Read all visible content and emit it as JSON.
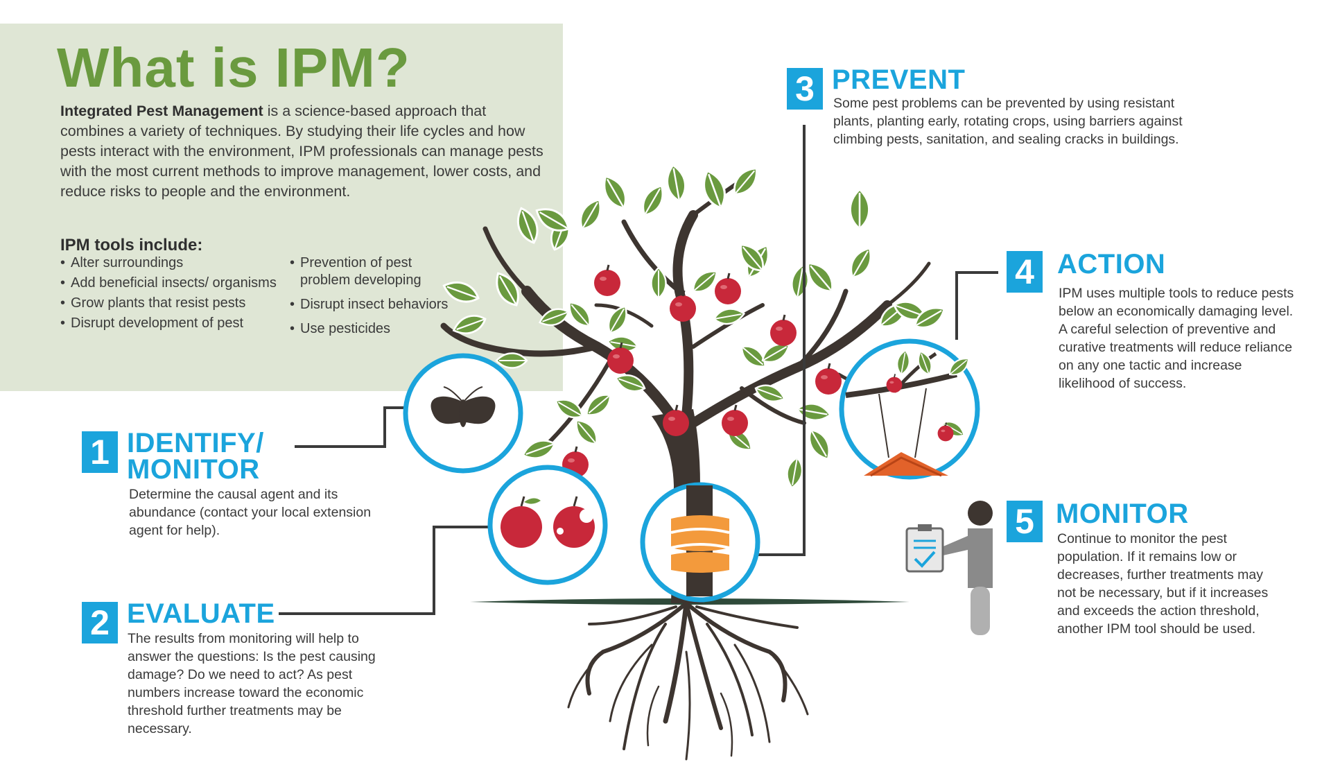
{
  "title": "What is IPM?",
  "intro": {
    "lead": "Integrated Pest Management",
    "body": " is a science-based approach that combines a variety of techniques. By studying their life cycles and how pests interact with the environment, IPM professionals can manage pests with the most current methods to improve management, lower costs, and reduce risks to people and the environment."
  },
  "tools": {
    "heading": "IPM tools include:",
    "col1": [
      "Alter surroundings",
      "Add beneficial insects/ organisms",
      "Grow plants that resist pests",
      "Disrupt development of pest"
    ],
    "col2": [
      "Prevention of pest problem developing",
      "Disrupt insect behaviors",
      "Use pesticides"
    ]
  },
  "steps": [
    {
      "number": "1",
      "title_line1": "IDENTIFY/",
      "title_line2": "MONITOR",
      "text": "Determine the causal agent and its abundance (contact your local extension agent for help)."
    },
    {
      "number": "2",
      "title_line1": "EVALUATE",
      "text": "The results from monitoring will help to answer the questions: Is the pest causing damage? Do we need to act? As pest numbers increase toward the economic threshold further treatments may be necessary."
    },
    {
      "number": "3",
      "title_line1": "PREVENT",
      "text": "Some pest problems can be prevented by using resistant plants, planting early, rotating crops, using barriers against climbing pests, sanitation, and sealing cracks in buildings."
    },
    {
      "number": "4",
      "title_line1": "ACTION",
      "text": "IPM uses multiple tools to reduce pests below an economically damaging level. A careful selection of preventive and curative treatments will reduce reliance on any one tactic and increase likelihood of success."
    },
    {
      "number": "5",
      "title_line1": "MONITOR",
      "text": "Continue to monitor the pest population. If it remains low or decreases, further treatments may not be necessary, but if it increases and exceeds the action threshold, another IPM tool should be used."
    }
  ],
  "icons": [
    "moth-icon",
    "apples-icon",
    "trunk-band-icon",
    "hanging-trap-icon",
    "inspector-clipboard-icon"
  ],
  "colors": {
    "accent_blue": "#1ba4dc",
    "title_green": "#6a9a3f",
    "panel_green": "#dfe6d5",
    "leaf_green": "#6a9a3f",
    "apple_red": "#c8283a",
    "band_orange": "#f39a3c",
    "trap_orange": "#e2622a",
    "trunk": "#3d3530"
  }
}
